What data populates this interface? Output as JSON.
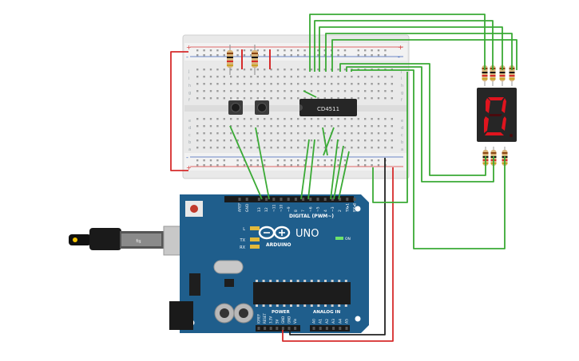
{
  "breadboard": {
    "chip_label": "CD4511",
    "row_letters_top": [
      "j",
      "i",
      "h",
      "g",
      "f"
    ],
    "row_letters_bottom": [
      "e",
      "d",
      "c",
      "b",
      "a"
    ],
    "rail_plus": "+",
    "rail_minus": "-"
  },
  "arduino": {
    "model": "UNO",
    "brand": "ARDUINO",
    "digital_header": "DIGITAL (PWM~)",
    "digital_pins": [
      "AREF",
      "GND",
      "13",
      "12",
      "~11",
      "~10",
      "~9",
      "8",
      "7",
      "~6",
      "~5",
      "4",
      "~3",
      "2",
      "TX▸1",
      "RX◂0"
    ],
    "power_header": "POWER",
    "power_pins": [
      "IOREF",
      "RESET",
      "3.3V",
      "5V",
      "GND",
      "GND",
      "Vin"
    ],
    "analog_header": "ANALOG IN",
    "analog_pins": [
      "A0",
      "A1",
      "A2",
      "A3",
      "A4",
      "A5"
    ],
    "led_labels": [
      "L",
      "TX",
      "RX"
    ],
    "on_label": "ON"
  },
  "display": {
    "digit": "0"
  },
  "colors": {
    "wire_green": "#3aaa35",
    "wire_red": "#d62b2b",
    "wire_black": "#222222",
    "board_blue": "#1f5e8c",
    "segment_red": "#e0141e"
  }
}
